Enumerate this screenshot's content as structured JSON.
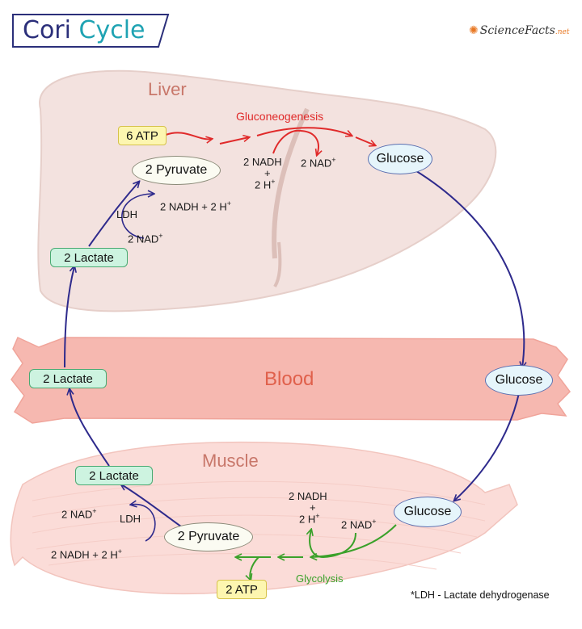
{
  "title": {
    "word1": "Cori",
    "word2": "Cycle"
  },
  "brand": {
    "text": "ScienceFacts",
    "suffix": ".net"
  },
  "regions": {
    "liver": "Liver",
    "blood": "Blood",
    "muscle": "Muscle"
  },
  "liver": {
    "atp": "6 ATP",
    "process": "Gluconeogenesis",
    "pyruvate": "2 Pyruvate",
    "glucose": "Glucose",
    "nadh": "2 NADH",
    "plus": "+",
    "h": "2 H",
    "nad": "2 NAD",
    "ldh": "LDH",
    "ldh_product": "2 NADH + 2 H",
    "ldh_nad": "2 NAD",
    "lactate": "2 Lactate"
  },
  "blood": {
    "lactate": "2 Lactate",
    "glucose": "Glucose"
  },
  "muscle": {
    "lactate": "2 Lactate",
    "pyruvate": "2 Pyruvate",
    "glucose": "Glucose",
    "atp": "2 ATP",
    "process": "Glycolysis",
    "nadh": "2 NADH",
    "plus": "+",
    "h": "2 H",
    "nad": "2 NAD",
    "ldh": "LDH",
    "ldh_nad": "2 NAD",
    "ldh_nadh": "2 NADH + 2 H"
  },
  "footnote": "*LDH - Lactate dehydrogenase",
  "colors": {
    "cycle": "#2e2a8c",
    "gluconeogenesis": "#e02a2a",
    "glycolysis": "#3aa12a",
    "liver": "#f3e2df",
    "blood": "#f6b8b0",
    "muscle": "#fbdcd8"
  }
}
